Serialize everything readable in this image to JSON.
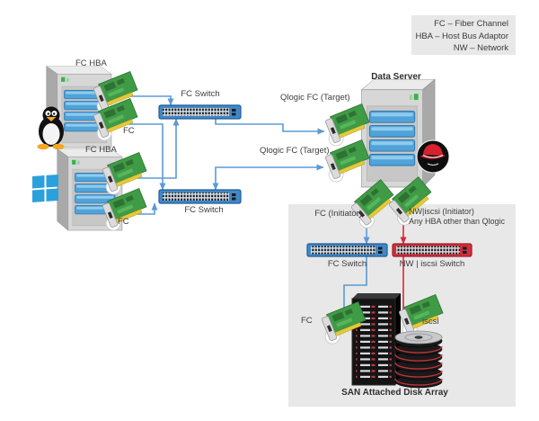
{
  "legend": {
    "items": [
      "FC – Fiber Channel",
      "HBA – Host Bus Adaptor",
      "NW – Network"
    ]
  },
  "labels": {
    "linux_hba": "FC HBA",
    "windows_hba": "FC HBA",
    "fc_link_top": "FC",
    "fc_link_bottom": "FC",
    "switch_top": "FC Switch",
    "switch_mid": "FC Switch",
    "data_server": "Data Server",
    "qlogic_target_top": "Qlogic FC (Target)",
    "qlogic_target_bottom": "Qlogic FC (Target)",
    "fc_initiator": "FC (Initiator)",
    "iscsi_initiator_1": "NW|iscsi (Initiator)",
    "iscsi_initiator_2": "Any HBA other than Qlogic",
    "switch_san_fc": "FC Switch",
    "switch_san_iscsi": "NW | iscsi Switch",
    "disk_fc": "FC",
    "disk_iscsi": "iscsi",
    "san_array": "SAN Attached Disk Array"
  },
  "colors": {
    "fc_line": "#5b9bd5",
    "iscsi_line": "#d62937",
    "panel": "#e8e8e8",
    "switch_blue": "#4287c5",
    "switch_red": "#cc2f3b"
  }
}
